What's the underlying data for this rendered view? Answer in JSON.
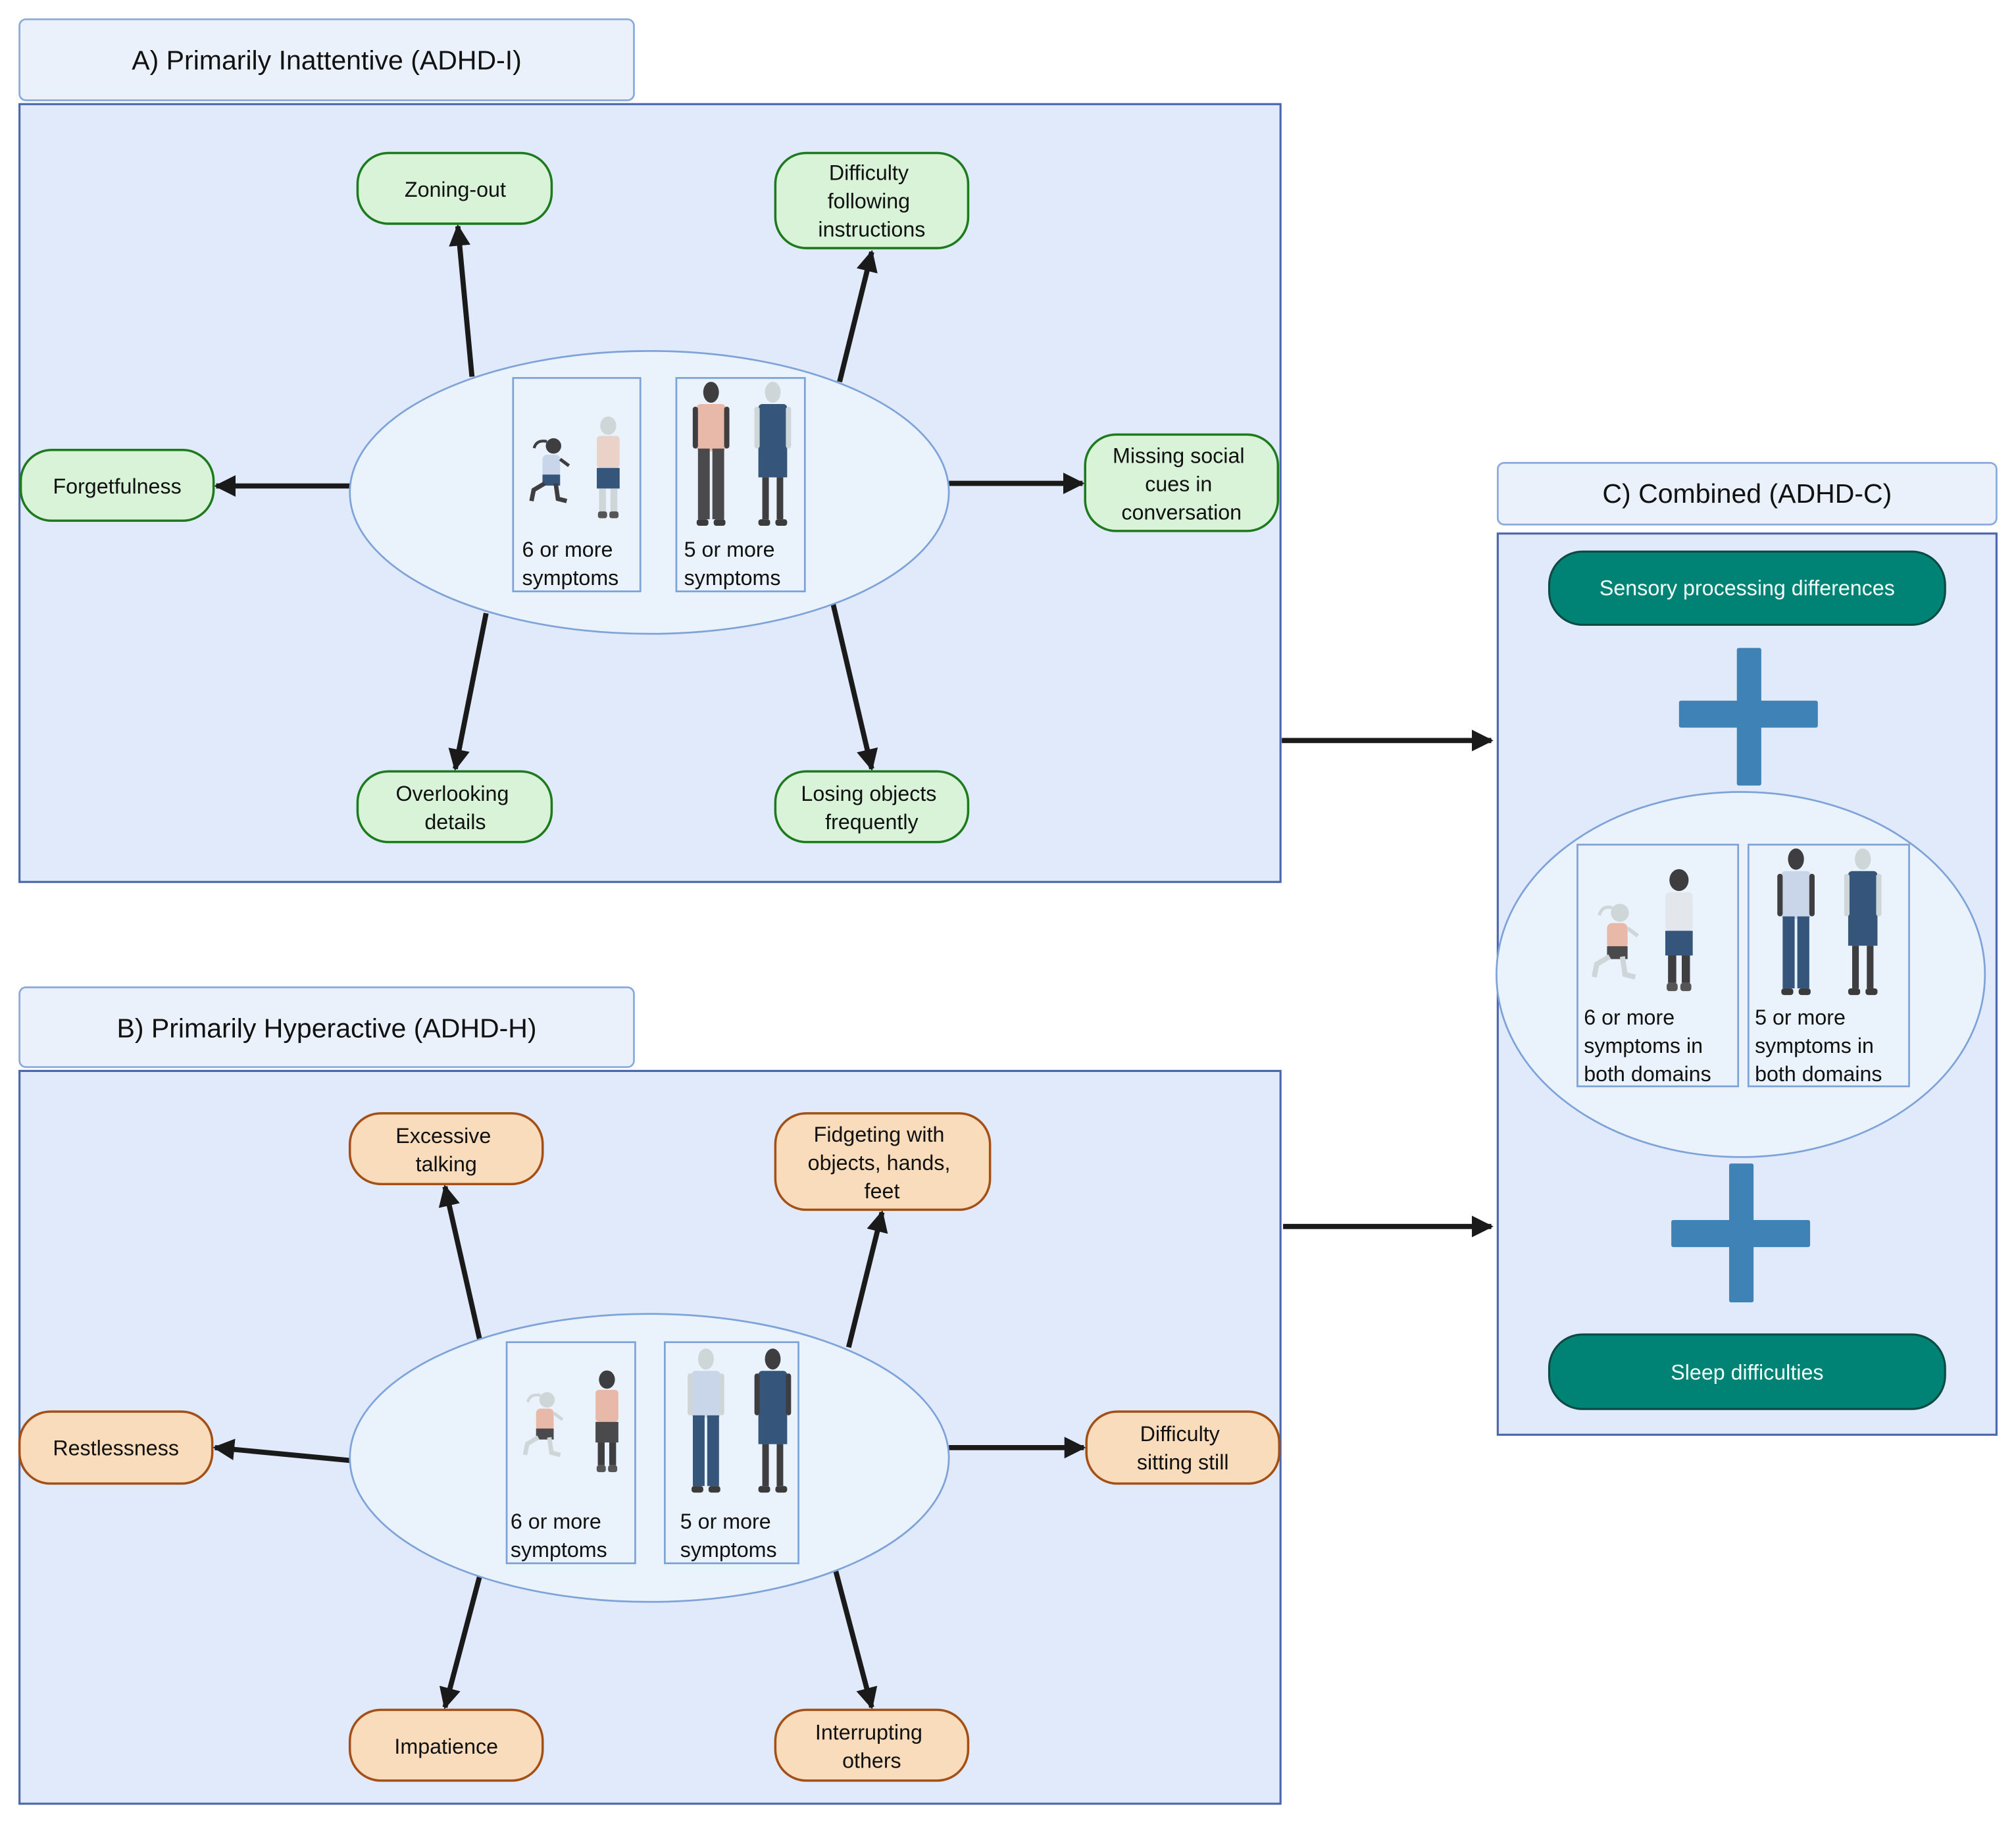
{
  "diagram": {
    "colors": {
      "panel_fill": "#e1eafb",
      "panel_stroke": "#4a66ad",
      "header_fill": "#eaf1fb",
      "header_stroke": "#8aa9dc",
      "ellipse_fill": "#eaf2fc",
      "ellipse_stroke": "#7ea3d8",
      "inattentive_fill": "#d9f3d8",
      "inattentive_stroke": "#1d7a1d",
      "hyperactive_fill": "#f8dcbb",
      "hyperactive_stroke": "#a44f16",
      "combined_fill": "#008375",
      "combined_stroke": "#0c4a44",
      "plus_color": "#3f82b5",
      "arrow_color": "#1a1a1a"
    },
    "panel_a": {
      "title": "A) Primarily Inattentive (ADHD-I)",
      "children_label": [
        "6 or more",
        "symptoms"
      ],
      "adults_label": [
        "5 or more",
        "symptoms"
      ],
      "symptoms": [
        {
          "id": "zoning-out",
          "lines": [
            "Zoning-out"
          ]
        },
        {
          "id": "difficulty-following-instructions",
          "lines": [
            "Difficulty",
            "following",
            "instructions"
          ]
        },
        {
          "id": "forgetfulness",
          "lines": [
            "Forgetfulness"
          ]
        },
        {
          "id": "missing-social-cues",
          "lines": [
            "Missing social",
            "cues in",
            "conversation"
          ]
        },
        {
          "id": "overlooking-details",
          "lines": [
            "Overlooking",
            "details"
          ]
        },
        {
          "id": "losing-objects",
          "lines": [
            "Losing objects",
            "frequently"
          ]
        }
      ]
    },
    "panel_b": {
      "title": "B) Primarily Hyperactive (ADHD-H)",
      "children_label": [
        "6 or more",
        "symptoms"
      ],
      "adults_label": [
        "5 or more",
        "symptoms"
      ],
      "symptoms": [
        {
          "id": "excessive-talking",
          "lines": [
            "Excessive",
            "talking"
          ]
        },
        {
          "id": "fidgeting",
          "lines": [
            "Fidgeting with",
            "objects, hands,",
            "feet"
          ]
        },
        {
          "id": "restlessness",
          "lines": [
            "Restlessness"
          ]
        },
        {
          "id": "difficulty-sitting-still",
          "lines": [
            "Difficulty",
            "sitting still"
          ]
        },
        {
          "id": "impatience",
          "lines": [
            "Impatience"
          ]
        },
        {
          "id": "interrupting-others",
          "lines": [
            "Interrupting",
            "others"
          ]
        }
      ]
    },
    "panel_c": {
      "title": "C) Combined (ADHD-C)",
      "top_feature": "Sensory processing differences",
      "bottom_feature": "Sleep difficulties",
      "children_label": [
        "6 or more",
        "symptoms in",
        "both domains"
      ],
      "adults_label": [
        "5 or more",
        "symptoms in",
        "both domains"
      ]
    },
    "icons": {
      "plus": "plus-icon",
      "children": "children-figures-icon",
      "adults": "adult-figures-icon",
      "arrow": "arrow-icon"
    }
  }
}
